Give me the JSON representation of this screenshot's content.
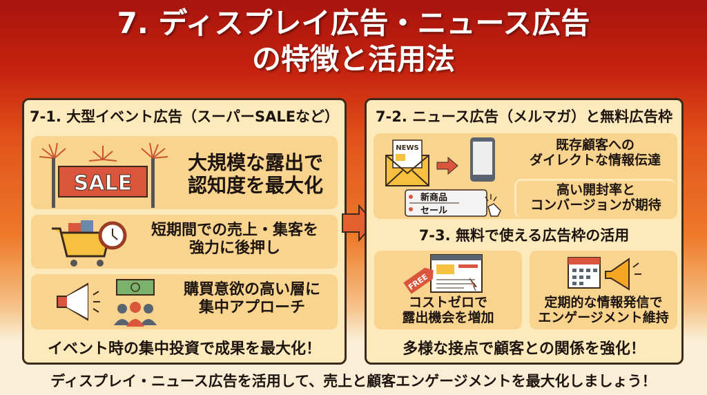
{
  "title": {
    "line1": "7. ディスプレイ広告・ニュース広告",
    "line2": "の特徴と活用法"
  },
  "left": {
    "heading": "7-1. 大型イベント広告（スーパーSALEなど）",
    "items": [
      {
        "icon": "sale-banner-fireworks-icon",
        "icon_text": "SALE",
        "text1": "大規模な露出で",
        "text2": "認知度を最大化"
      },
      {
        "icon": "shopping-cart-stopwatch-icon",
        "text1": "短期間での売上・集客を",
        "text2": "強力に後押し"
      },
      {
        "icon": "megaphone-money-audience-icon",
        "text1": "購買意欲の高い層に",
        "text2": "集中アプローチ"
      }
    ],
    "footer": "イベント時の集中投資で成果を最大化！"
  },
  "right": {
    "heading": "7-2. ニュース広告（メルマガ）と無料広告枠",
    "news_icon_text": "NEWS",
    "list_items": [
      "新商品",
      "セール"
    ],
    "points": [
      {
        "text1": "既存顧客への",
        "text2": "ダイレクトな情報伝達"
      },
      {
        "text1": "高い開封率と",
        "text2": "コンバージョンが期待"
      }
    ],
    "subheading": "7-3. 無料で使える広告枠の活用",
    "free_items": [
      {
        "icon": "free-tag-webpage-icon",
        "icon_text": "FREE",
        "text1": "コストゼロで",
        "text2": "露出機会を増加"
      },
      {
        "icon": "calendar-megaphone-icon",
        "text1": "定期的な情報発信で",
        "text2": "エンゲージメント維持"
      }
    ],
    "footer": "多様な接点で顧客との関係を強化！"
  },
  "bottom": "ディスプレイ・ニュース広告を活用して、売上と顧客エンゲージメントを最大化しましょう！",
  "colors": {
    "accent": "#d9563c",
    "panel": "#fdeabc",
    "box": "#f8d48e",
    "title_bg": "#a8140e"
  }
}
